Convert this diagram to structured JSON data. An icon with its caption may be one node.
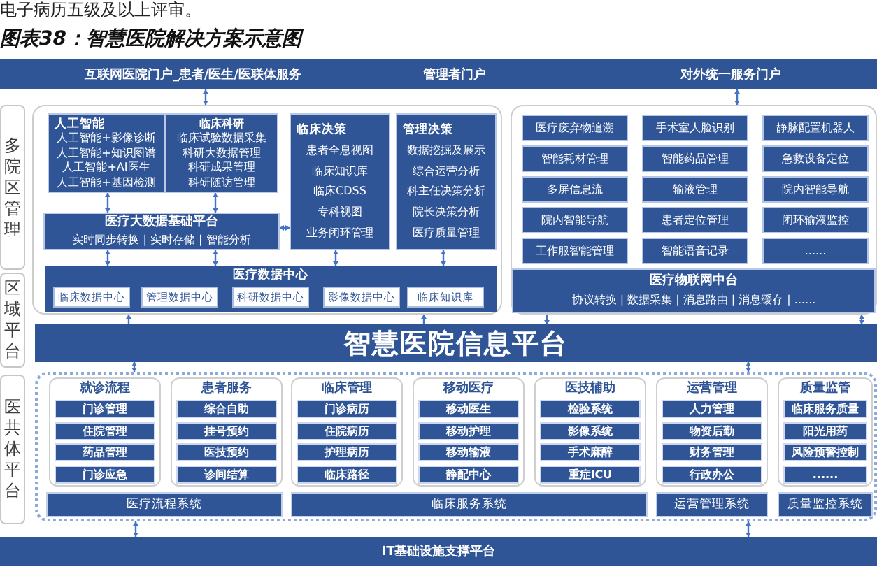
{
  "diagram": {
    "title": "图表38：智慧医院解决方案示意图",
    "nodes": [
      {
        "text": [
          "互联网医院门户_患者/医生/医联体服务"
        ]
      },
      {
        "text": [
          "管理者门户"
        ]
      },
      {
        "text": [
          "对外统一服务门户"
        ]
      },
      {
        "text": [
          "多院区管理"
        ]
      },
      {
        "text": [],
        "shape": "box"
      },
      {
        "text": [
          "人工智能",
          "人工智能+影像诊断",
          "人工智能+知识图谱",
          "人工智能+AI医生",
          "人工智能+基因检测"
        ],
        "in": 4
      },
      {
        "text": [
          "临床科研",
          "临床试验数据采集",
          "科研大数据管理",
          "科研成果管理",
          "科研随访管理"
        ],
        "in": 4
      },
      {
        "text": [
          "临床决策",
          "患者全息视图",
          "临床知识库",
          "临床CDSS",
          "专科视图",
          "业务闭环管理"
        ],
        "in": 4
      },
      {
        "text": [
          "管理决策",
          "数据挖掘及展示",
          "综合运营分析",
          "科主任决策分析",
          "院长决策分析",
          "医疗质量管理"
        ],
        "in": 4
      },
      {
        "text": [
          "医疗大数据基础平台",
          "实时同步转换 | 实时存储 | 智能分析"
        ],
        "in": 4
      },
      {
        "text": [
          "医疗数据中心"
        ],
        "in": 4
      },
      {
        "text": [
          "临床数据中心"
        ],
        "in": 10
      },
      {
        "text": [
          "管理数据中心"
        ],
        "in": 10
      },
      {
        "text": [
          "科研数据中心"
        ],
        "in": 10
      },
      {
        "text": [
          "影像数据中心"
        ],
        "in": 10
      },
      {
        "text": [
          "临床知识库"
        ],
        "in": 10
      },
      {
        "text": [],
        "shape": "box"
      },
      {
        "text": [
          "医疗废弃物追溯"
        ],
        "in": 16
      },
      {
        "text": [
          "手术室人脸识别"
        ],
        "in": 16
      },
      {
        "text": [
          "静脉配置机器人"
        ],
        "in": 16
      },
      {
        "text": [
          "智能耗材管理"
        ],
        "in": 16
      },
      {
        "text": [
          "智能药品管理"
        ],
        "in": 16
      },
      {
        "text": [
          "急救设备定位"
        ],
        "in": 16
      },
      {
        "text": [
          "多屏信息流"
        ],
        "in": 16
      },
      {
        "text": [
          "输液管理"
        ],
        "in": 16
      },
      {
        "text": [
          "院内智能导航"
        ],
        "in": 16
      },
      {
        "text": [
          "院内智能导航"
        ],
        "in": 16
      },
      {
        "text": [
          "患者定位管理"
        ],
        "in": 16
      },
      {
        "text": [
          "闭环输液监控"
        ],
        "in": 16
      },
      {
        "text": [
          "工作服智能管理"
        ],
        "in": 16
      },
      {
        "text": [
          "智能语音记录"
        ],
        "in": 16
      },
      {
        "text": [
          "......"
        ],
        "in": 16
      },
      {
        "text": [
          "医疗物联网中台",
          "协议转换 | 数据采集 | 消息路由 | 消息缓存 | ......"
        ],
        "in": 16
      },
      {
        "text": [
          "区域平台"
        ]
      },
      {
        "text": [
          "智慧医院信息平台"
        ]
      },
      {
        "text": [
          "医共体平台"
        ]
      },
      {
        "text": [],
        "shape": "box"
      },
      {
        "text": [
          "就诊流程"
        ],
        "in": 36
      },
      {
        "text": [
          "门诊管理"
        ],
        "in": 37
      },
      {
        "text": [
          "住院管理"
        ],
        "in": 37
      },
      {
        "text": [
          "药品管理"
        ],
        "in": 37
      },
      {
        "text": [
          "门诊应急"
        ],
        "in": 37
      },
      {
        "text": [
          "患者服务"
        ],
        "in": 36
      },
      {
        "text": [
          "综合自助"
        ],
        "in": 42
      },
      {
        "text": [
          "挂号预约"
        ],
        "in": 42
      },
      {
        "text": [
          "医技预约"
        ],
        "in": 42
      },
      {
        "text": [
          "诊间结算"
        ],
        "in": 42
      },
      {
        "text": [
          "临床管理"
        ],
        "in": 36
      },
      {
        "text": [
          "门诊病历"
        ],
        "in": 47
      },
      {
        "text": [
          "住院病历"
        ],
        "in": 47
      },
      {
        "text": [
          "护理病历"
        ],
        "in": 47
      },
      {
        "text": [
          "临床路径"
        ],
        "in": 47
      },
      {
        "text": [
          "移动医疗"
        ],
        "in": 36
      },
      {
        "text": [
          "移动医生"
        ],
        "in": 52
      },
      {
        "text": [
          "移动护理"
        ],
        "in": 52
      },
      {
        "text": [
          "移动输液"
        ],
        "in": 52
      },
      {
        "text": [
          "静配中心"
        ],
        "in": 52
      },
      {
        "text": [
          "医技辅助"
        ],
        "in": 36
      },
      {
        "text": [
          "检验系统"
        ],
        "in": 57
      },
      {
        "text": [
          "影像系统"
        ],
        "in": 57
      },
      {
        "text": [
          "手术麻醉"
        ],
        "in": 57
      },
      {
        "text": [
          "重症ICU"
        ],
        "in": 57
      },
      {
        "text": [
          "运营管理"
        ],
        "in": 36
      },
      {
        "text": [
          "人力管理"
        ],
        "in": 62
      },
      {
        "text": [
          "物资后勤"
        ],
        "in": 62
      },
      {
        "text": [
          "财务管理"
        ],
        "in": 62
      },
      {
        "text": [
          "行政办公"
        ],
        "in": 62
      },
      {
        "text": [
          "质量监管"
        ],
        "in": 36
      },
      {
        "text": [
          "临床服务质量"
        ],
        "in": 67
      },
      {
        "text": [
          "阳光用药"
        ],
        "in": 67
      },
      {
        "text": [
          "风险预警控制"
        ],
        "in": 67
      },
      {
        "text": [
          "......"
        ],
        "in": 67
      },
      {
        "text": [
          "医疗流程系统"
        ],
        "in": 36
      },
      {
        "text": [
          "临床服务系统"
        ],
        "in": 36
      },
      {
        "text": [
          "运营管理系统"
        ],
        "in": 36
      },
      {
        "text": [
          "质量监控系统"
        ],
        "in": 36
      },
      {
        "text": [
          "IT基础设施支撑平台"
        ]
      }
    ],
    "edges": [
      {
        "from": 0,
        "to": 4,
        "arrow": "both"
      },
      {
        "from": 2,
        "to": 16,
        "arrow": "both"
      },
      {
        "from": 5,
        "to": 9,
        "arrow": "both"
      },
      {
        "from": 6,
        "to": 9,
        "arrow": "both"
      },
      {
        "from": 9,
        "to": 10,
        "arrow": "both"
      },
      {
        "from": 9,
        "to": 10,
        "arrow": "both"
      },
      {
        "from": 9,
        "to": 7,
        "arrow": "both"
      },
      {
        "from": 7,
        "to": 10,
        "arrow": "both"
      },
      {
        "from": 8,
        "to": 10,
        "arrow": "both"
      },
      {
        "from": 34,
        "to": 4,
        "arrow": "to"
      },
      {
        "from": 34,
        "to": 4,
        "arrow": "to"
      },
      {
        "from": 16,
        "to": 34,
        "arrow": "to"
      },
      {
        "from": 16,
        "to": 34,
        "arrow": "both"
      },
      {
        "from": 34,
        "to": 36,
        "arrow": "both"
      },
      {
        "from": 34,
        "to": 36,
        "arrow": "both"
      },
      {
        "from": 36,
        "to": 76,
        "arrow": "both"
      },
      {
        "from": 36,
        "to": 76,
        "arrow": "both"
      }
    ],
    "labels": [
      "电子病历五级及以上评审。"
    ]
  }
}
